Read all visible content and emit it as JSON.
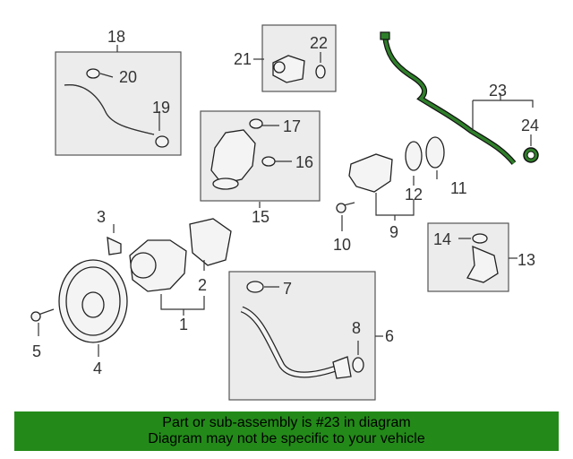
{
  "callouts": [
    "1",
    "2",
    "3",
    "4",
    "5",
    "6",
    "7",
    "8",
    "9",
    "10",
    "11",
    "12",
    "13",
    "14",
    "15",
    "16",
    "17",
    "18",
    "19",
    "20",
    "21",
    "22",
    "23",
    "24"
  ],
  "footer": {
    "line1": "Part or sub-assembly is #23 in diagram",
    "line2": "Diagram may not be specific to your vehicle"
  },
  "colors": {
    "banner": "#238a19",
    "highlight_part": "#2f7f2a"
  }
}
